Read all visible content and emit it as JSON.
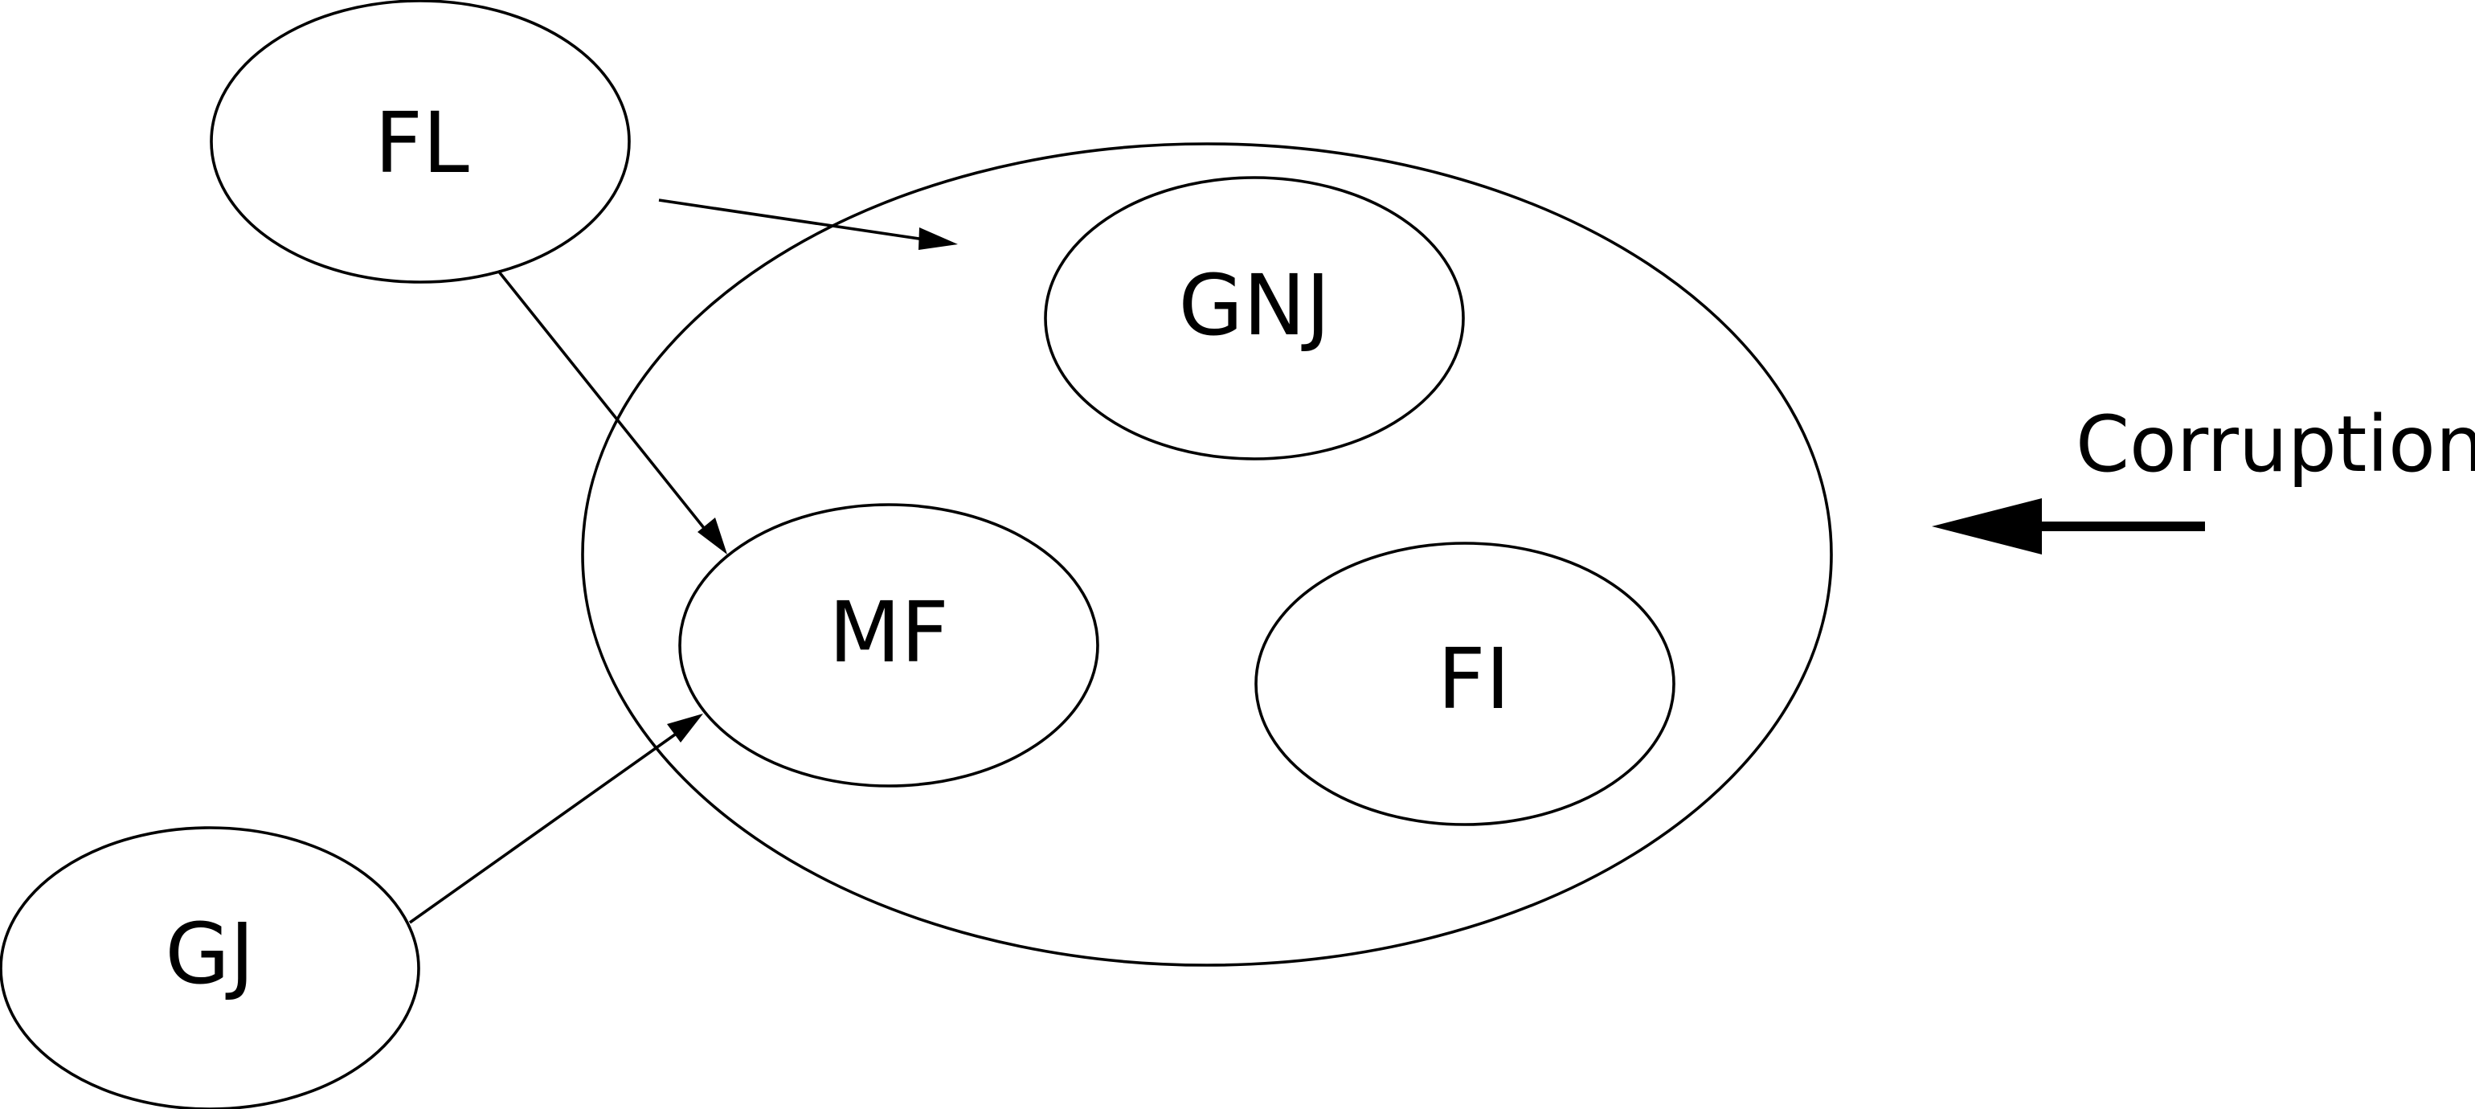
{
  "diagram": {
    "nodes": {
      "fl": "FL",
      "gj": "GJ",
      "gnj": "GNJ",
      "mf": "MF",
      "fi": "FI"
    },
    "side_label": "Corruption"
  },
  "edges": [
    {
      "from": "FL",
      "to": "GNJ"
    },
    {
      "from": "FL",
      "to": "MF"
    },
    {
      "from": "GJ",
      "to": "MF"
    },
    {
      "from": "Corruption",
      "to": "outer-group"
    }
  ],
  "colors": {
    "stroke": "#000000",
    "background": "#ffffff"
  }
}
